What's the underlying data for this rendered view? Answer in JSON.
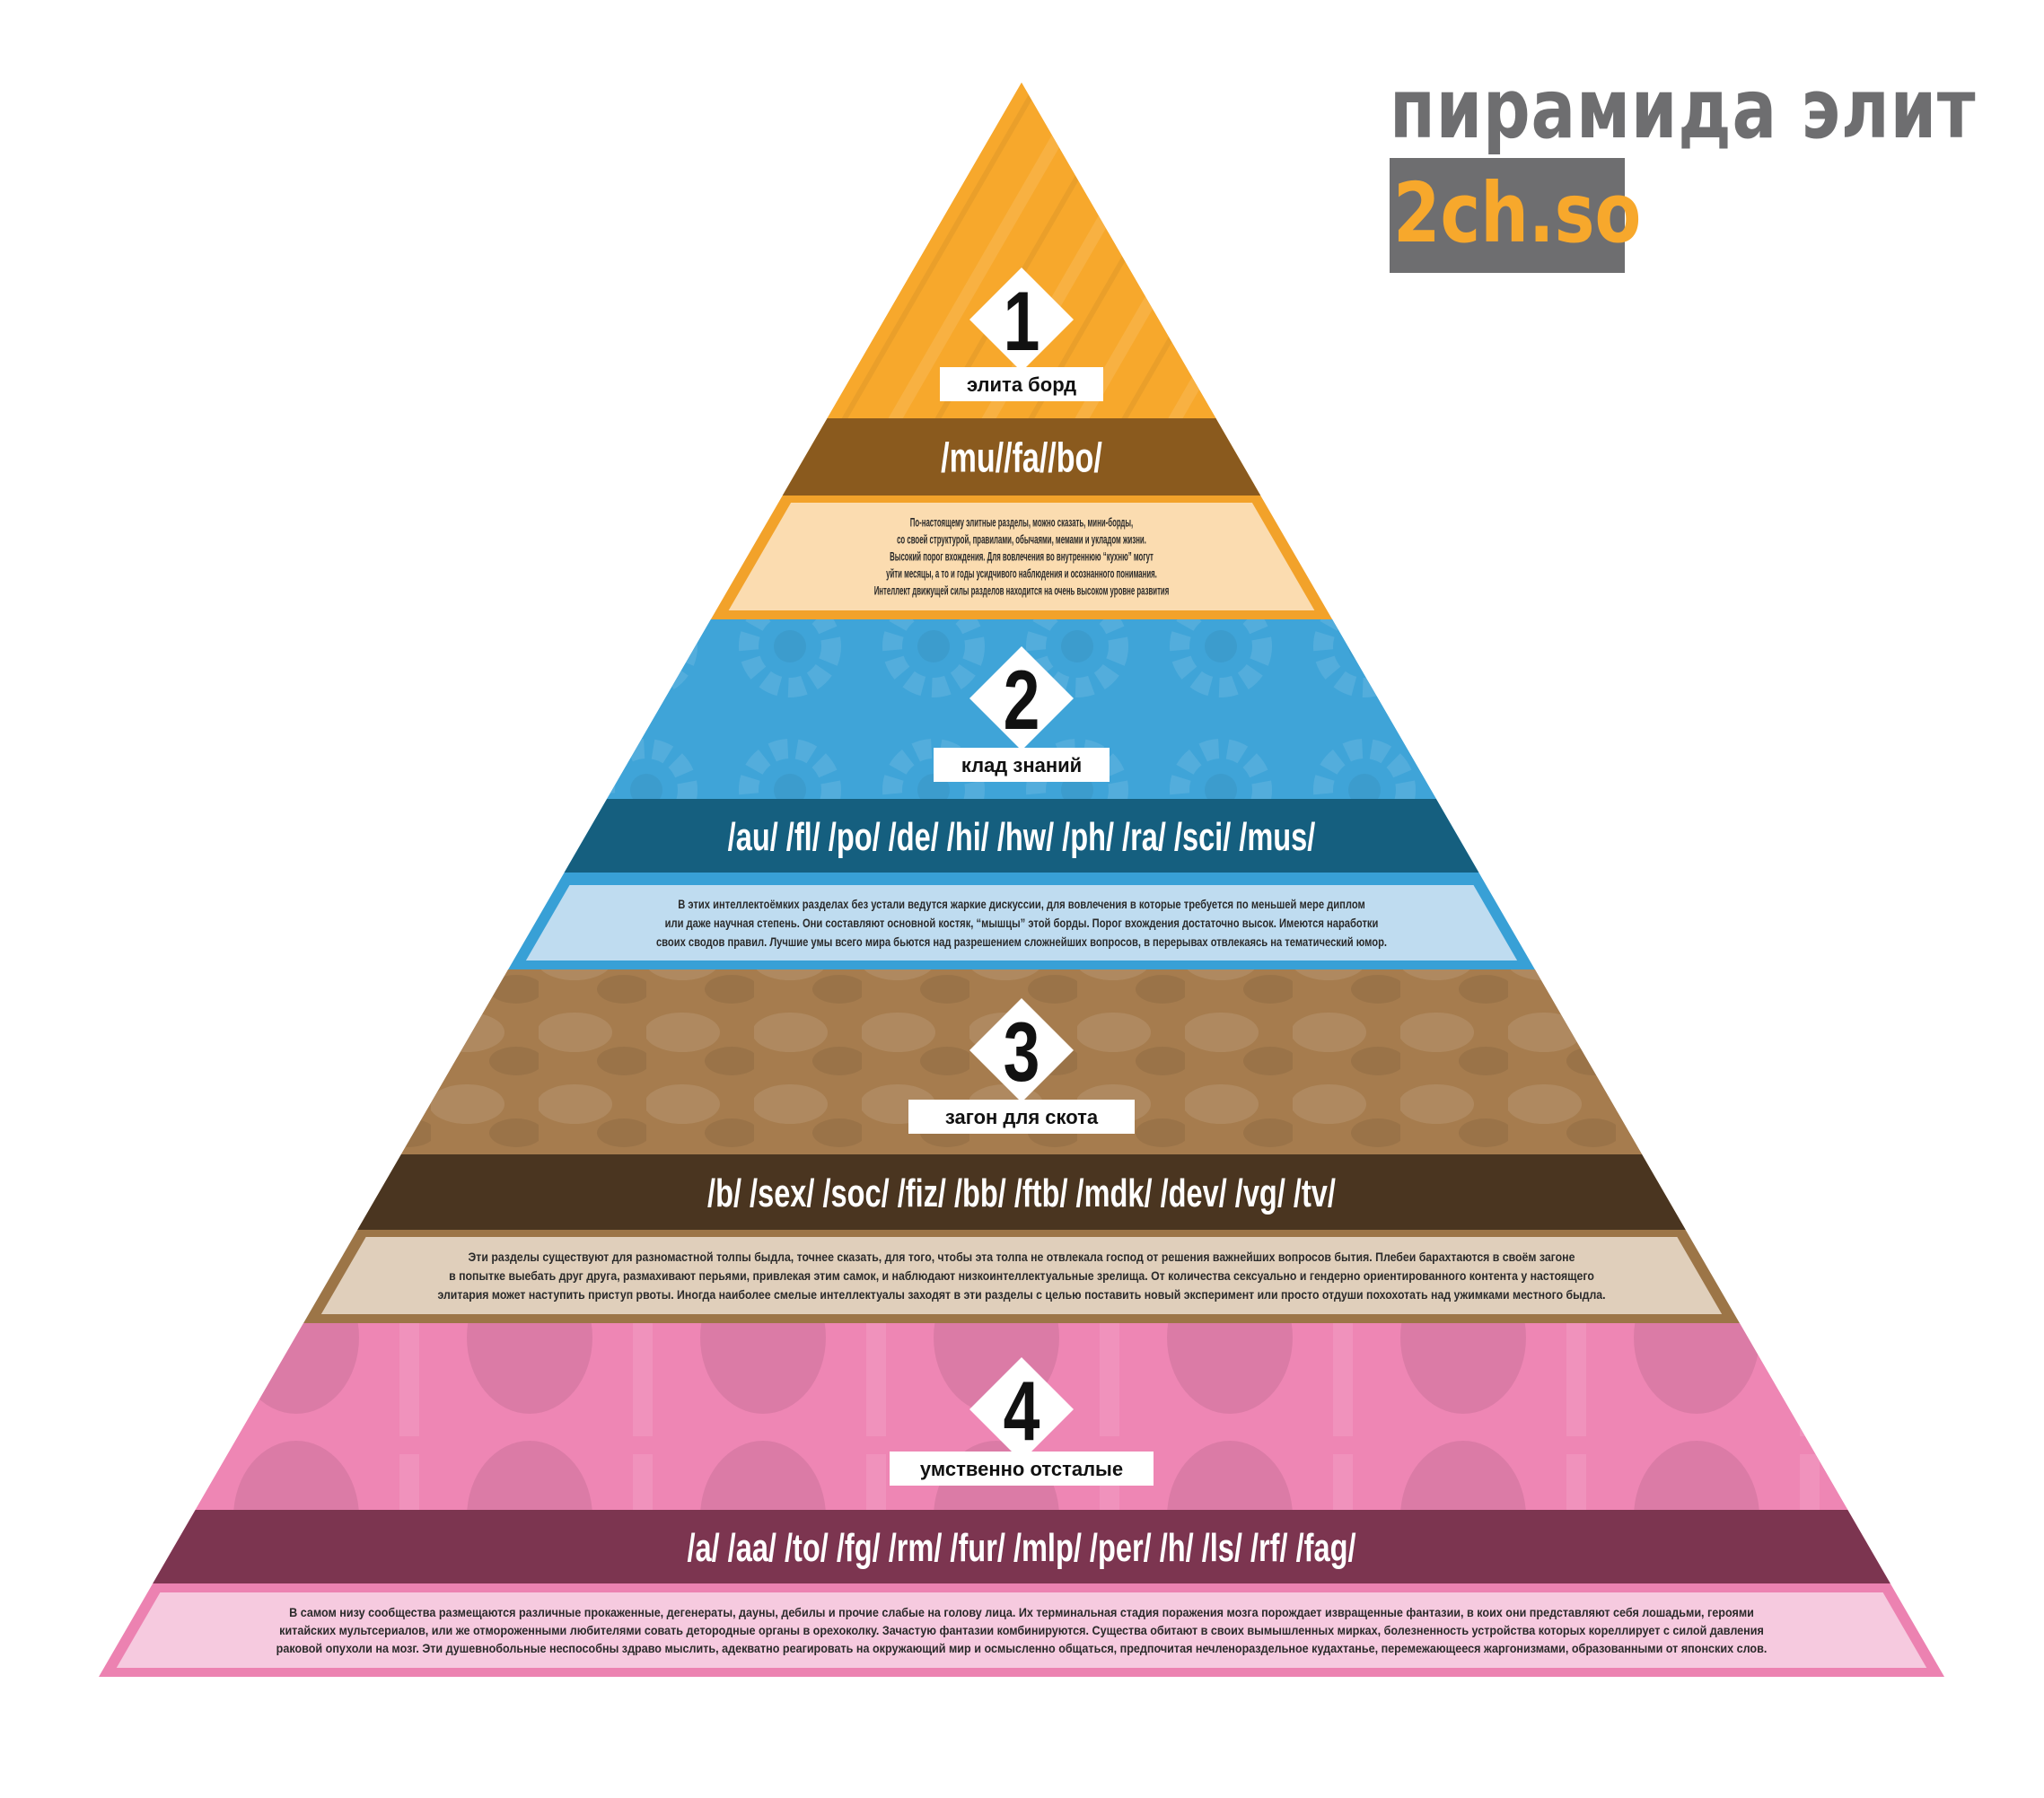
{
  "brand": {
    "title": "пирамида элит",
    "site": "2ch.so"
  },
  "tiers": [
    {
      "number": "1",
      "label": "элита борд",
      "boards": "/mu//fa//bo/",
      "description": [
        "По-настоящему элитные разделы, можно сказать, мини-борды,",
        "со своей структурой, правилами, обычаями, мемами и укладом жизни.",
        "Высокий порог вхождения. Для вовлечения во внутреннюю “кухню” могут",
        "уйти месяцы, а то и годы усидчивого наблюдения и осознанного понимания.",
        "Интеллект движущей силы разделов находится на очень высоком уровне развития"
      ],
      "colors": {
        "base": "#f7a82c",
        "band": "#8a5a1e",
        "desc": "#fbdcb0",
        "frame": "#f2a22a"
      }
    },
    {
      "number": "2",
      "label": "клад знаний",
      "boards": "/au/ /fl/ /po/ /de/ /hi/ /hw/ /ph/ /ra/ /sci/ /mus/",
      "description": [
        "В этих интеллектоёмких разделах без устали ведутся жаркие дискуссии, для вовлечения в которые требуется по меньшей мере диплом",
        "или даже научная степень. Они составляют основной костяк, “мышцы” этой борды. Порог вхождения достаточно высок. Имеются наработки",
        "своих сводов правил. Лучшие умы всего мира бьются над разрешением сложнейших вопросов, в перерывах отвлекаясь на тематический юмор."
      ],
      "colors": {
        "base": "#3fa4d8",
        "band": "#155f7f",
        "desc": "#bfdcf0",
        "frame": "#38a0d6"
      }
    },
    {
      "number": "3",
      "label": "загон для скота",
      "boards": "/b/ /sex/ /soc/ /fiz/ /bb/ /ftb/ /mdk/ /dev/ /vg/ /tv/",
      "description": [
        "Эти разделы существуют для разномастной толпы быдла, точнее сказать, для того, чтобы эта толпа не отвлекала господ от решения важнейших вопросов бытия. Плебеи барахтаются в своём загоне",
        "в попытке выебать друг друга, размахивают перьями, привлекая этим самок, и наблюдают низкоинтеллектуальные зрелища. От количества сексуально и гендерно ориентированного контента у настоящего",
        "элитария может наступить приступ рвоты. Иногда наиболее смелые интеллектуалы заходят в эти разделы с целью поставить новый эксперимент или просто отдуши похохотать над ужимками местного быдла."
      ],
      "colors": {
        "base": "#a67c4e",
        "band": "#4a3520",
        "desc": "#e0cfbb",
        "frame": "#9c7547"
      }
    },
    {
      "number": "4",
      "label": "умственно отсталые",
      "boards": "/a/ /aa/ /to/ /fg/ /rm/ /fur/ /mlp/ /per/ /h/ /ls/ /rf/ /fag/",
      "description": [
        "В самом низу сообщества размещаются различные прокаженные, дегенераты, дауны, дебилы и прочие слабые на голову лица. Их терминальная стадия поражения мозга порождает извращенные фантазии, в коих они представляют себя лошадьми, героями",
        "китайских мультсериалов,  или же отмороженными любителями совать детородные органы в орехоколку. Зачастую фантазии комбинируются. Существа обитают в своих вымышленных мирках, болезненность устройства которых кореллирует с силой давления",
        "раковой опухоли на мозг. Эти душевнобольные неспособны здраво мыслить, адекватно реагировать на окружающий мир и осмысленно общаться, предпочитая нечленораздельное кудахтанье, перемежающееся жаргонизмами, образованными от японских слов."
      ],
      "colors": {
        "base": "#ee86b4",
        "band": "#7c3550",
        "desc": "#f6cadf",
        "frame": "#ec82b1"
      }
    }
  ]
}
